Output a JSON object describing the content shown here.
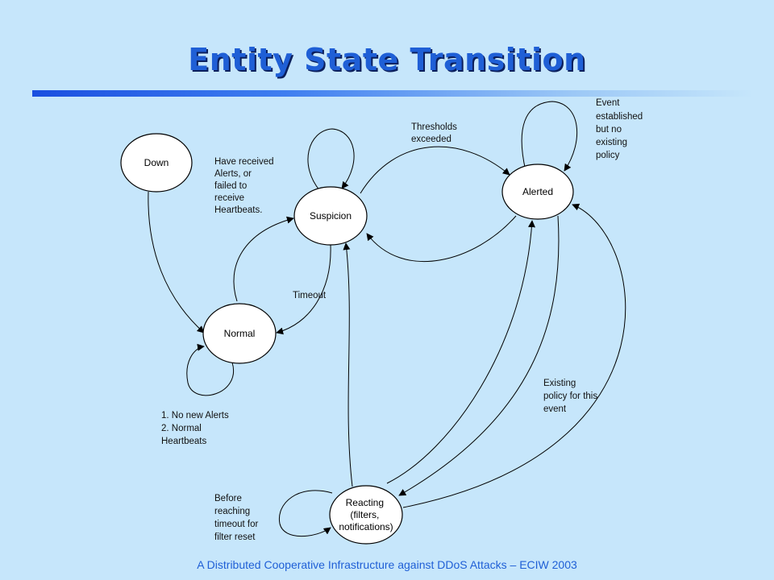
{
  "slide": {
    "title": "Entity State Transition",
    "footer": "A Distributed Cooperative Infrastructure against DDoS Attacks – ECIW 2003"
  },
  "states": {
    "down": [
      "Down"
    ],
    "suspicion": [
      "Suspicion"
    ],
    "alerted": [
      "Alerted"
    ],
    "normal": [
      "Normal"
    ],
    "reacting": [
      "Reacting",
      "(filters,",
      "notifications)"
    ]
  },
  "notes": {
    "have_received": [
      "Have received",
      "Alerts, or",
      "failed to",
      "receive",
      "Heartbeats."
    ],
    "thresholds": [
      "Thresholds",
      "exceeded"
    ],
    "event_established": [
      "Event",
      "established",
      "but no",
      "existing",
      "policy"
    ],
    "timeout": [
      "Timeout"
    ],
    "no_new_alerts": [
      "1. No new Alerts",
      "2. Normal",
      "Heartbeats"
    ],
    "existing_policy": [
      "Existing",
      "policy for this",
      "event"
    ],
    "before_reaching": [
      "Before",
      "reaching",
      "timeout for",
      "filter reset"
    ]
  }
}
